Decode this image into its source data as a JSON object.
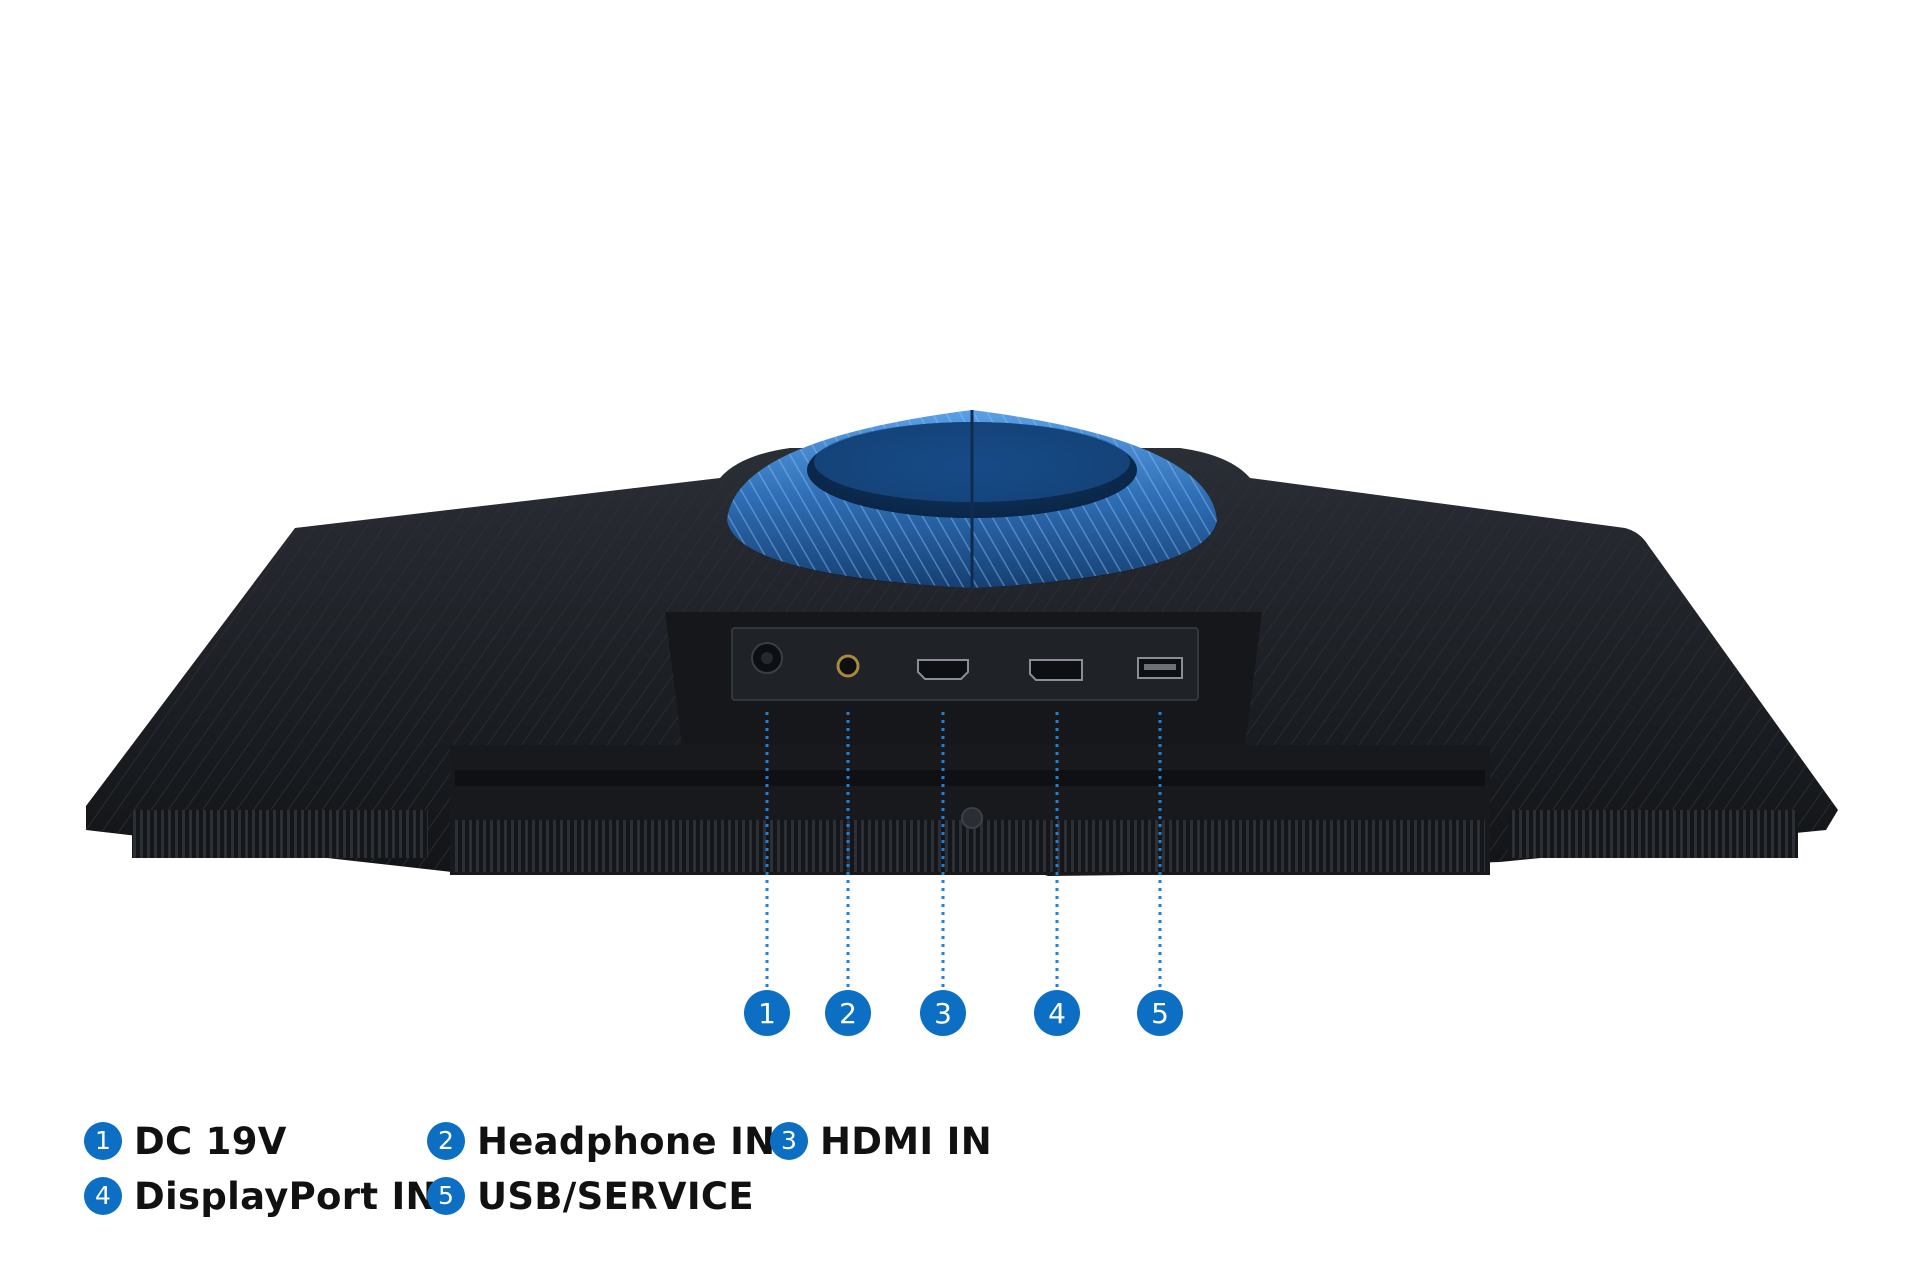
{
  "colors": {
    "accent_blue": "#0c6fc4",
    "ring_blue": "#2f72b8",
    "body_dark": "#1a1d22",
    "text": "#111111"
  },
  "ports": [
    {
      "number": "1",
      "label": "DC 19V",
      "icon": "dc-power-port-icon"
    },
    {
      "number": "2",
      "label": "Headphone IN",
      "icon": "headphone-jack-icon"
    },
    {
      "number": "3",
      "label": "HDMI IN",
      "icon": "hdmi-port-icon"
    },
    {
      "number": "4",
      "label": "DisplayPort IN",
      "icon": "displayport-icon"
    },
    {
      "number": "5",
      "label": "USB/SERVICE",
      "icon": "usb-port-icon"
    }
  ]
}
